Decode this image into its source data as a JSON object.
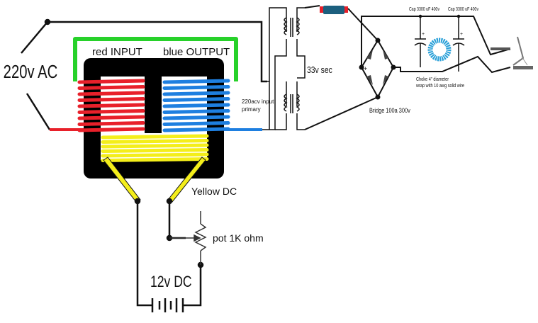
{
  "labels": {
    "ac_source": "220v AC",
    "red_winding": "red INPUT",
    "blue_winding": "blue OUTPUT",
    "primary_note_1": "220acv input",
    "primary_note_2": "primary",
    "secondary": "33v sec",
    "bridge": "Bridge 100a 300v",
    "cap1": "Cap 3300 uF 400v",
    "cap2": "Cap 3300 uF 400v",
    "choke_1": "Choke 4\" diameter",
    "choke_2": "wrap with 10 awg solid wire",
    "yellow_dc": "Yellow DC",
    "pot": "pot 1K ohm",
    "battery": "12v DC",
    "bridge_plus": "+",
    "bridge_minus": "-",
    "cap_plus": "+"
  },
  "colors": {
    "red": "#e8202a",
    "blue": "#1e7fe0",
    "yellow": "#f4ee1a",
    "green": "#27d12a",
    "core": "#000000",
    "wire": "#111111",
    "choke": "#2aa0d8"
  }
}
